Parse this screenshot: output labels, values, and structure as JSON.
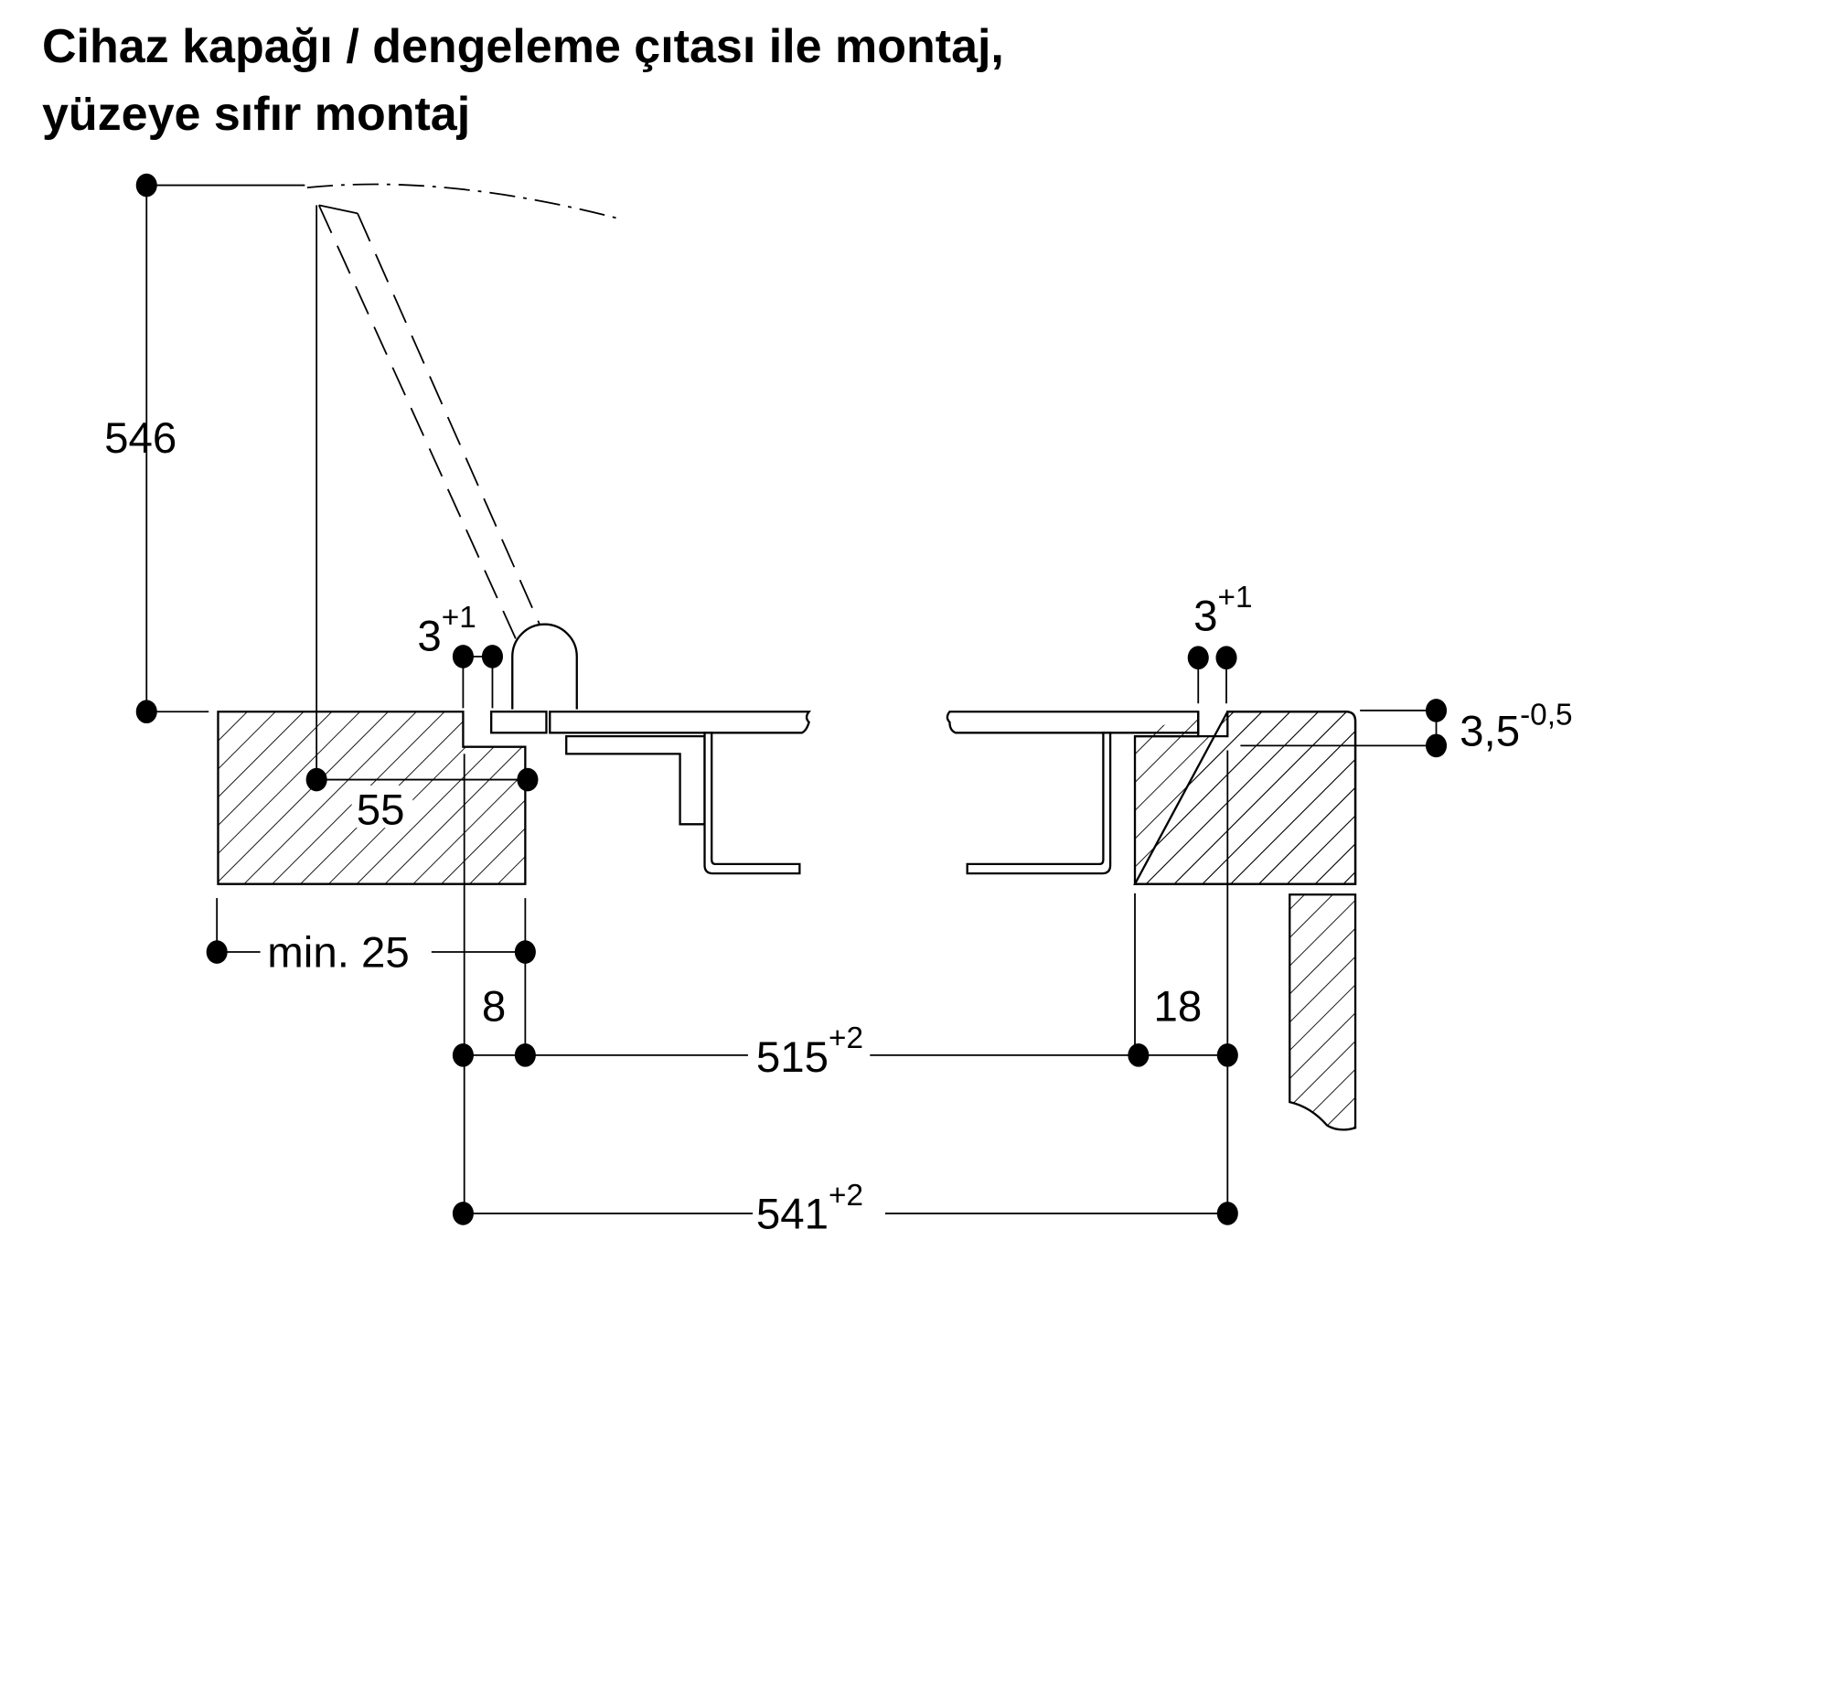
{
  "title": {
    "line1": "Cihaz kapağı / dengeleme çıtası ile montaj,",
    "line2": "yüzeye sıfır montaj"
  },
  "dimensions": {
    "lid_height": "546",
    "lid_offset": "55",
    "gap_left": {
      "value": "3",
      "tolerance": "+1"
    },
    "gap_right": {
      "value": "3",
      "tolerance": "+1"
    },
    "recess_depth": {
      "value": "3,5",
      "tolerance": "-0,5"
    },
    "min_edge": "min. 25",
    "left_step": "8",
    "right_step": "18",
    "inner_width": {
      "value": "515",
      "tolerance": "+2"
    },
    "outer_width": {
      "value": "541",
      "tolerance": "+2"
    }
  }
}
